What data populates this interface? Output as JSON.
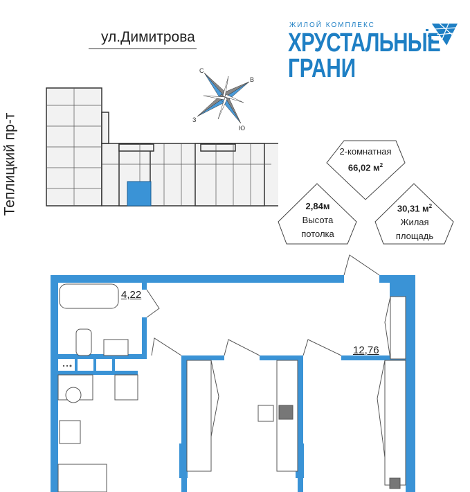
{
  "streets": {
    "top": "ул.Димитрова",
    "left": "Теплицкий пр-т"
  },
  "logo": {
    "subtitle": "ЖИЛОЙ КОМПЛЕКС",
    "line1": "ХРУСТАЛЬНЫЕ",
    "line2": "ГРАНИ"
  },
  "compass": {
    "n": "С",
    "e": "В",
    "w": "З",
    "s": "Ю"
  },
  "info": {
    "rooms": "2-комнатная",
    "total_area": "66,02 м",
    "ceiling_value": "2,84м",
    "ceiling_label_1": "Высота",
    "ceiling_label_2": "потолка",
    "living_value": "30,31 м",
    "living_label_1": "Жилая",
    "living_label_2": "площадь",
    "sup": "2"
  },
  "rooms": {
    "bathroom_area": "4,22",
    "hall_area": "12,76"
  },
  "colors": {
    "wall": "#3a93d6",
    "brand": "#1e7fc4"
  }
}
